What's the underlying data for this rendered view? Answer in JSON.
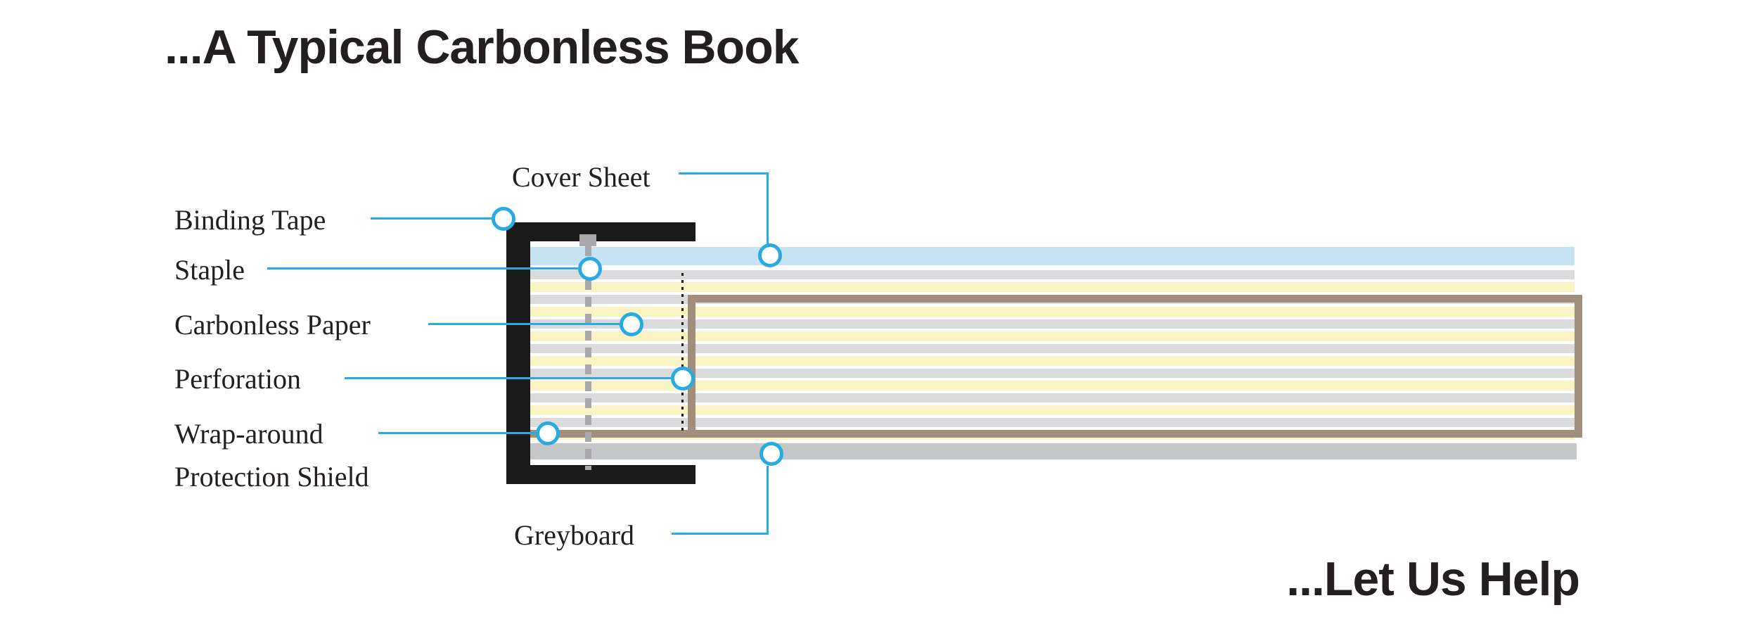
{
  "title": "...A Typical Carbonless Book",
  "footer": "...Let Us Help",
  "labels": {
    "cover_sheet": "Cover Sheet",
    "binding_tape": "Binding Tape",
    "staple": "Staple",
    "carbonless_paper": "Carbonless Paper",
    "perforation": "Perforation",
    "wrap_around_line1": "Wrap-around",
    "wrap_around_line2": "Protection Shield",
    "greyboard": "Greyboard"
  },
  "colors": {
    "ink": "#231F20",
    "accent_cyan": "#29ABE2",
    "cover_blue": "#C6E3F4",
    "paper_yellow": "#FAF3C4",
    "paper_grey": "#DBDBDD",
    "shield_tan": "#A18F7B",
    "greyboard_grey": "#C6C7C9",
    "binding_black": "#1A1A1A",
    "staple_grey": "#A9A9AB"
  }
}
